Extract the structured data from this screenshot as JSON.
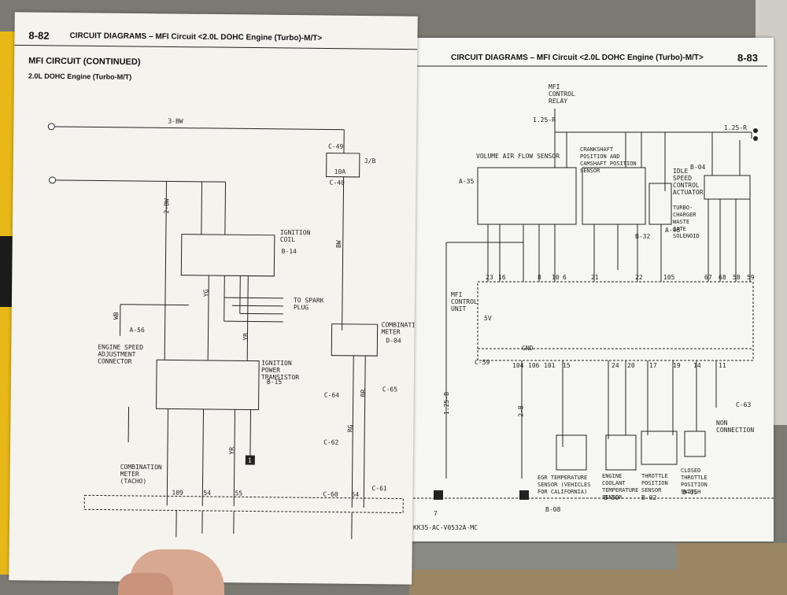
{
  "left_page": {
    "page_number": "8-82",
    "header": "CIRCUIT DIAGRAMS – MFI Circuit <2.0L DOHC Engine (Turbo)-M/T>",
    "section_title": "MFI CIRCUIT (CONTINUED)",
    "subtitle": "2.0L DOHC Engine (Turbo-M/T)",
    "wire_3bw": "3-BW",
    "conn_c49": "C-49",
    "conn_c40": "C-40",
    "jb": "J/B",
    "fuse": "10A",
    "ignition_coil": "IGNITION COIL",
    "b14": "B-14",
    "to_spark_plug": "TO SPARK PLUG",
    "a56": "A-56",
    "engine_speed": "ENGINE SPEED ADJUSTMENT CONNECTOR",
    "ignition_transistor": "IGNITION POWER TRANSISTOR",
    "b15": "B-15",
    "combination_meter": "COMBINATION METER",
    "d04": "D-04",
    "c64": "C-64",
    "c65": "C-65",
    "c62": "C-62",
    "c60": "C-60",
    "c61": "C-61",
    "comb_meter_tacho": "COMBINATION METER (TACHO)",
    "wire_2bw": "2-BW",
    "wire_bw": "BW",
    "wire_yg": "YG",
    "wire_yb": "YB",
    "wire_wb": "WB",
    "wire_rg": "RG",
    "wire_br": "BR",
    "wire_yr": "YR",
    "num_109": "109",
    "num_54": "54",
    "num_55": "55",
    "num_64": "64",
    "ground_ref": "1"
  },
  "right_page": {
    "page_number": "8-83",
    "header": "CIRCUIT DIAGRAMS – MFI Circuit <2.0L DOHC Engine (Turbo)-M/T>",
    "mfi_relay": "MFI CONTROL RELAY",
    "wire_125r": "1.25-R",
    "wire_125r_b": "1.25-R",
    "wire_125b": "1.25-B",
    "wire_2b": "2-B",
    "volume_air_flow": "VOLUME AIR FLOW SENSOR",
    "a35": "A-35",
    "crankshaft": "CRANKSHAFT POSITION AND CAMSHAFT POSITION SENSOR",
    "b32": "B-32",
    "idle_speed": "IDLE SPEED CONTROL ACTUATOR",
    "b04": "B-04",
    "turbo_solenoid": "TURBO-CHARGER WASTE GATE SOLENOID",
    "a48": "A-48",
    "mfi_control_unit": "MFI CONTROL UNIT",
    "c59": "C-59",
    "c63": "C-63",
    "egr": "EGR TEMPERATURE SENSOR (VEHICLES FOR CALIFORNIA)",
    "b08": "B-08",
    "coolant": "ENGINE COOLANT TEMPERATURE SENSOR",
    "b30": "B-30",
    "throttle_pos": "THROTTLE POSITION SENSOR",
    "b02": "B-02",
    "closed_throttle": "CLOSED THROTTLE POSITION SWITCH",
    "b05": "B-05",
    "non_connection": "NON CONNECTION",
    "gnd": "GND",
    "five_v": "5V",
    "drawing_code": "KK35-AC-V0532A-MC",
    "pin_23": "23",
    "pin_16": "16",
    "pin_8": "8",
    "pin_10": "10",
    "pin_6": "6",
    "pin_21": "21",
    "pin_22": "22",
    "pin_105": "105",
    "pin_67": "67",
    "pin_68": "68",
    "pin_58": "58",
    "pin_59": "59",
    "pin_104": "104",
    "pin_106": "106",
    "pin_101": "101",
    "pin_15": "15",
    "pin_24": "24",
    "pin_20": "20",
    "pin_17": "17",
    "pin_19": "19",
    "pin_14": "14",
    "pin_11": "11",
    "ref_7": "7"
  }
}
